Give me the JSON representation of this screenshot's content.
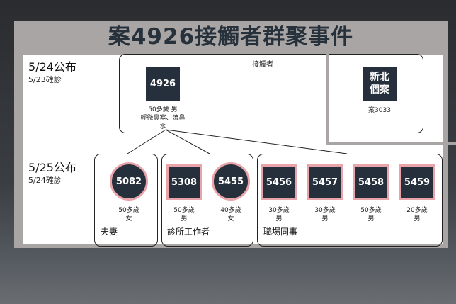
{
  "title": "案4926接觸者群聚事件",
  "row1": {
    "published": "5/24公布",
    "confirmed": "5/23確診"
  },
  "row2": {
    "published": "5/25公布",
    "confirmed": "5/24確診"
  },
  "contacts_label": "接觸者",
  "index_case": {
    "id": "4926",
    "line1": "50多歲 男",
    "line2": "輕微鼻塞、流鼻水"
  },
  "other_case": {
    "name": "新北\n個案",
    "caption": "案3033"
  },
  "groups": [
    {
      "label": "夫妻",
      "cases": [
        {
          "id": "5082",
          "age": "50多歲",
          "sex": "女"
        }
      ]
    },
    {
      "label": "診所工作者",
      "cases": [
        {
          "id": "5308",
          "age": "50多歲",
          "sex": "男"
        },
        {
          "id": "5455",
          "age": "40多歲",
          "sex": "女"
        }
      ]
    },
    {
      "label": "職場同事",
      "cases": [
        {
          "id": "5456",
          "age": "30多歲",
          "sex": "男"
        },
        {
          "id": "5457",
          "age": "30多歲",
          "sex": "男"
        },
        {
          "id": "5458",
          "age": "50多歲",
          "sex": "男"
        },
        {
          "id": "5459",
          "age": "20多歲",
          "sex": "男"
        }
      ]
    }
  ]
}
